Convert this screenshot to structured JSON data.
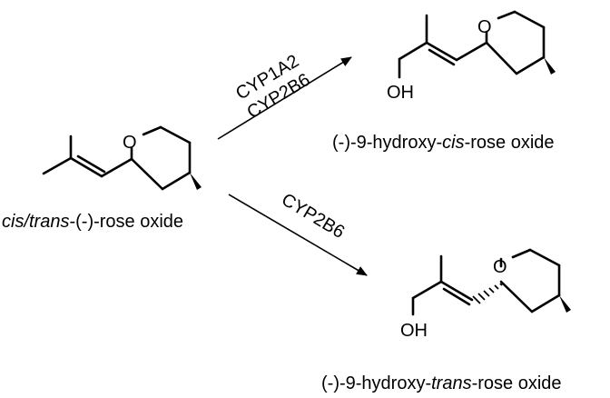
{
  "reactant": {
    "name_prefix": "cis/trans",
    "name_suffix": "-(-)-rose oxide",
    "ring_atom": "O"
  },
  "arrow_top": {
    "enzyme_1": "CYP1A2",
    "enzyme_2": "CYP2B6"
  },
  "arrow_bottom": {
    "enzyme_1": "CYP2B6"
  },
  "product_cis": {
    "name_prefix": "(-)-9-hydroxy-",
    "name_italic": "cis",
    "name_suffix": "-rose oxide",
    "ring_atom": "O",
    "hydroxyl": "OH"
  },
  "product_trans": {
    "name_prefix": "(-)-9-hydroxy-",
    "name_italic": "trans",
    "name_suffix": "-rose oxide",
    "ring_atom": "O",
    "hydroxyl": "OH"
  }
}
